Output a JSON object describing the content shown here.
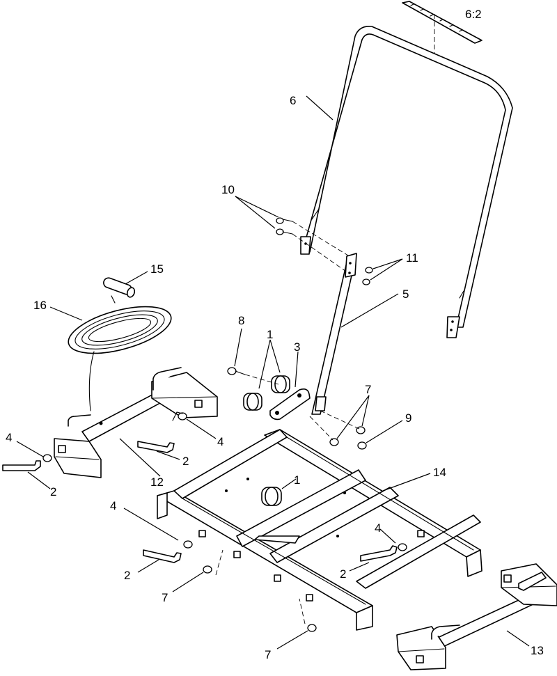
{
  "callouts": [
    {
      "id": "c-6-2",
      "text": "6:2"
    },
    {
      "id": "c-6",
      "text": "6"
    },
    {
      "id": "c-10",
      "text": "10"
    },
    {
      "id": "c-11",
      "text": "11"
    },
    {
      "id": "c-5",
      "text": "5"
    },
    {
      "id": "c-15",
      "text": "15"
    },
    {
      "id": "c-16",
      "text": "16"
    },
    {
      "id": "c-8",
      "text": "8"
    },
    {
      "id": "c-1a",
      "text": "1"
    },
    {
      "id": "c-3",
      "text": "3"
    },
    {
      "id": "c-7a",
      "text": "7"
    },
    {
      "id": "c-9",
      "text": "9"
    },
    {
      "id": "c-4a",
      "text": "4"
    },
    {
      "id": "c-4b",
      "text": "4"
    },
    {
      "id": "c-2a",
      "text": "2"
    },
    {
      "id": "c-2b",
      "text": "2"
    },
    {
      "id": "c-12",
      "text": "12"
    },
    {
      "id": "c-14",
      "text": "14"
    },
    {
      "id": "c-1b",
      "text": "1"
    },
    {
      "id": "c-4c",
      "text": "4"
    },
    {
      "id": "c-4d",
      "text": "4"
    },
    {
      "id": "c-2c",
      "text": "2"
    },
    {
      "id": "c-2d",
      "text": "2"
    },
    {
      "id": "c-7b",
      "text": "7"
    },
    {
      "id": "c-7c",
      "text": "7"
    },
    {
      "id": "c-13",
      "text": "13"
    }
  ]
}
